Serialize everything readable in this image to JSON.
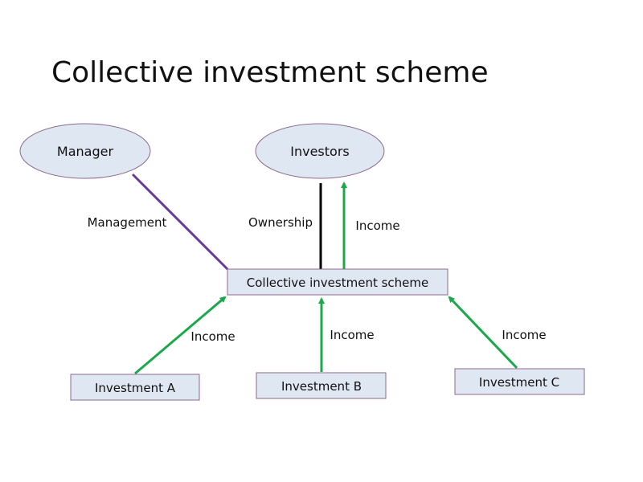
{
  "title": "Collective investment scheme",
  "nodes": {
    "manager": "Manager",
    "investors": "Investors",
    "scheme": "Collective investment scheme",
    "investment_a": "Investment A",
    "investment_b": "Investment B",
    "investment_c": "Investment C"
  },
  "edges": {
    "management": "Management",
    "ownership": "Ownership",
    "income_to_investors": "Income",
    "income_a": "Income",
    "income_b": "Income",
    "income_c": "Income"
  },
  "colors": {
    "green": "#1aa84a",
    "purple": "#6a3a9a",
    "black": "#000000",
    "node_fill": "#dfe7f2",
    "node_border": "#8c6a8c"
  }
}
